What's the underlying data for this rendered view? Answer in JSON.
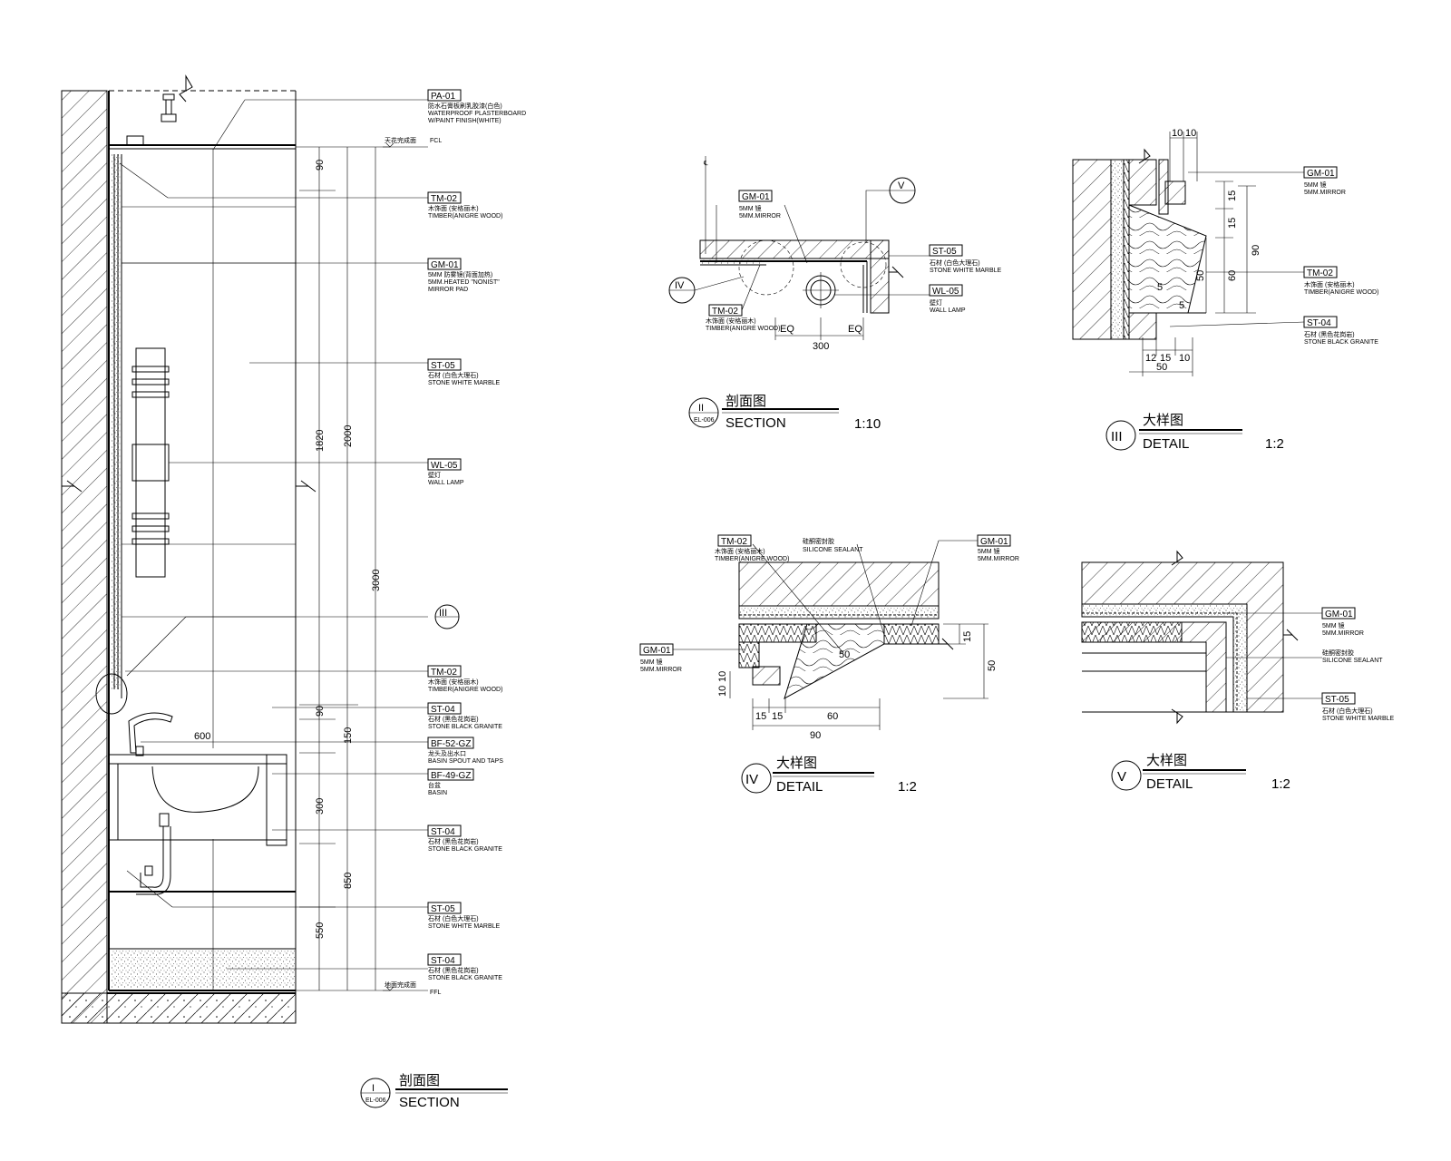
{
  "section_I": {
    "callouts": [
      {
        "tag": "PA-01",
        "l1": "防水石膏板刷乳胶漆(白色)",
        "l2": "WATERPROOF PLASTERBOARD",
        "l3": "W/PAINT FINISH(WHITE)"
      },
      {
        "tag": "TM-02",
        "l1": "木饰面 (安格丽木)",
        "l2": "TIMBER(ANIGRE WOOD)",
        "l3": ""
      },
      {
        "tag": "GM-01",
        "l1": "5MM    防雾镜(背面加热)",
        "l2": "5MM.HEATED \"NONIST\"",
        "l3": "MIRROR PAD"
      },
      {
        "tag": "ST-05",
        "l1": "石材 (白色大理石)",
        "l2": "STONE WHITE MARBLE",
        "l3": ""
      },
      {
        "tag": "WL-05",
        "l1": "壁灯",
        "l2": "WALL LAMP",
        "l3": ""
      },
      {
        "tag": "TM-02",
        "l1": "木饰面 (安格丽木)",
        "l2": "TIMBER(ANIGRE WOOD)",
        "l3": ""
      },
      {
        "tag": "ST-04",
        "l1": "石材 (黑色花岗岩)",
        "l2": "STONE BLACK GRANITE",
        "l3": ""
      },
      {
        "tag": "BF-52-GZ",
        "l1": "龙头及出水口",
        "l2": "BASIN SPOUT AND TAPS",
        "l3": ""
      },
      {
        "tag": "BF-49-GZ",
        "l1": "台盆",
        "l2": "BASIN",
        "l3": ""
      },
      {
        "tag": "ST-04",
        "l1": "石材 (黑色花岗岩)",
        "l2": "STONE BLACK GRANITE",
        "l3": ""
      },
      {
        "tag": "ST-05",
        "l1": "石材 (白色大理石)",
        "l2": "STONE WHITE MARBLE",
        "l3": ""
      },
      {
        "tag": "ST-04",
        "l1": "石材 (黑色花岗岩)",
        "l2": "STONE BLACK GRANITE",
        "l3": ""
      }
    ],
    "fcl": "FCL",
    "ffl": "FFL",
    "fcl_cn": "天花完成面",
    "ffl_cn": "地面完成面",
    "dims": [
      "90",
      "1820",
      "2000",
      "3000",
      "90",
      "150",
      "300",
      "850",
      "550",
      "600"
    ],
    "detail_ref": "III",
    "title": {
      "num": "I",
      "sheet": "EL-006",
      "cn": "剖面图",
      "en": "SECTION"
    }
  },
  "section_II": {
    "callouts": [
      {
        "tag": "GM-01",
        "l1": "5MM    镜",
        "l2": "5MM.MIRROR"
      },
      {
        "tag": "ST-05",
        "l1": "石材 (白色大理石)",
        "l2": "STONE WHITE MARBLE"
      },
      {
        "tag": "WL-05",
        "l1": "壁灯",
        "l2": "WALL LAMP"
      },
      {
        "tag": "TM-02",
        "l1": "木饰面 (安格丽木)",
        "l2": "TIMBER(ANIGRE WOOD)"
      }
    ],
    "refs": [
      "IV",
      "V"
    ],
    "dims": [
      "EQ",
      "EQ",
      "300"
    ],
    "title": {
      "num": "II",
      "sheet": "EL-006",
      "cn": "剖面图",
      "en": "SECTION",
      "scale": "1:10"
    }
  },
  "detail_III": {
    "callouts": [
      {
        "tag": "GM-01",
        "l1": "5MM    镜",
        "l2": "5MM.MIRROR"
      },
      {
        "tag": "TM-02",
        "l1": "木饰面 (安格丽木)",
        "l2": "TIMBER(ANIGRE WOOD)"
      },
      {
        "tag": "ST-04",
        "l1": "石材 (黑色花岗岩)",
        "l2": "STONE BLACK GRANITE"
      }
    ],
    "dims": [
      "10",
      "10",
      "15",
      "15",
      "90",
      "60",
      "50",
      "5",
      "5",
      "12",
      "15",
      "10",
      "50"
    ],
    "title": {
      "num": "III",
      "cn": "大样图",
      "en": "DETAIL",
      "scale": "1:2"
    }
  },
  "detail_IV": {
    "callouts": [
      {
        "tag": "TM-02",
        "l1": "木饰面 (安格丽木)",
        "l2": "TIMBER(ANIGRE WOOD)"
      },
      {
        "tag": "GM-01",
        "l1": "5MM    镜",
        "l2": "5MM.MIRROR"
      },
      {
        "tag": "GM-01",
        "l1": "5MM    镜",
        "l2": "5MM.MIRROR"
      }
    ],
    "sealant": "SILICONE SEALANT",
    "sealant_cn": "硅酮密封胶",
    "dims": [
      "50",
      "15",
      "50",
      "10",
      "10",
      "15",
      "15",
      "60",
      "90"
    ],
    "title": {
      "num": "IV",
      "cn": "大样图",
      "en": "DETAIL",
      "scale": "1:2"
    }
  },
  "detail_V": {
    "callouts": [
      {
        "tag": "GM-01",
        "l1": "5MM    镜",
        "l2": "5MM.MIRROR"
      },
      {
        "tag": "ST-05",
        "l1": "石材 (白色大理石)",
        "l2": "STONE WHITE MARBLE"
      }
    ],
    "sealant": "SILICONE SEALANT",
    "sealant_cn": "硅酮密封胶",
    "title": {
      "num": "V",
      "cn": "大样图",
      "en": "DETAIL",
      "scale": "1:2"
    }
  }
}
